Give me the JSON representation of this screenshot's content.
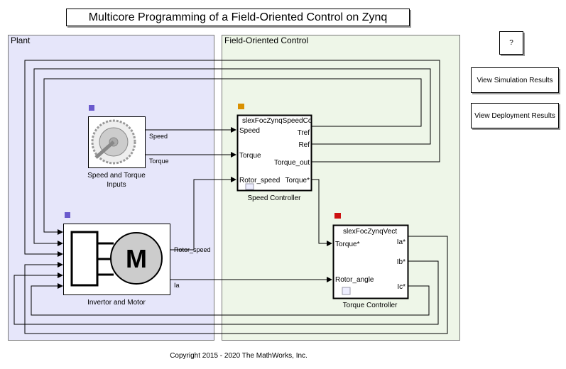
{
  "title": "Multicore Programming of a Field-Oriented Control on Zynq",
  "areas": {
    "plant": "Plant",
    "foc": "Field-Oriented Control"
  },
  "buttons": {
    "help": "?",
    "sim": "View Simulation Results",
    "deploy": "View Deployment Results"
  },
  "blocks": {
    "inputs": {
      "name": "Speed and Torque Inputs",
      "line1": "Speed and Torque",
      "line2": "Inputs",
      "outputs": [
        "Speed",
        "Torque"
      ],
      "color": "#6a5acd"
    },
    "motor": {
      "name": "Invertor and Motor",
      "glyph": "M",
      "outputs": [
        "Rotor_speed",
        "Ia"
      ],
      "color": "#6a5acd"
    },
    "speed": {
      "name": "Speed Controller",
      "ref": "slexFocZynqSpeedCo",
      "inputs": [
        "Speed",
        "Torque",
        "Rotor_speed"
      ],
      "outputs": [
        "Tref",
        "Ref",
        "Torque_out",
        "Torque*"
      ],
      "color": "#d99000"
    },
    "torque": {
      "name": "Torque Controller",
      "ref": "slexFocZynqVect",
      "inputs": [
        "Torque*",
        "Rotor_angle"
      ],
      "outputs": [
        "Ia*",
        "Ib*",
        "Ic*"
      ],
      "color": "#cc1111"
    }
  },
  "copyright": "Copyright 2015 - 2020 The MathWorks, Inc.",
  "colors": {
    "plant_bg": "#e6e6fa",
    "foc_bg": "#eef6e8"
  }
}
